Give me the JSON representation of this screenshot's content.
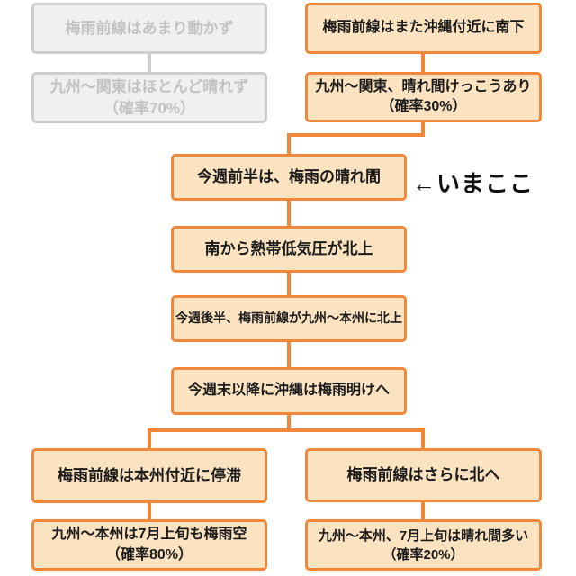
{
  "colors": {
    "accent": "#F0873A",
    "box_fill": "#FBE3C1",
    "inactive_border": "#CECECE",
    "inactive_fill": "#F0F0F0",
    "inactive_text": "#C2C2C2",
    "text": "#1A1A1A",
    "background": "#FFFFFF"
  },
  "flow": {
    "discarded_branch": {
      "node1": "梅雨前線はあまり動かず",
      "node2_line1": "九州〜関東はほとんど晴れず",
      "node2_line2": "（確率70%）"
    },
    "actual_branch": {
      "node1": "梅雨前線はまた沖縄付近に南下",
      "node2_line1": "九州〜関東、晴れ間けっこうあり",
      "node2_line2": "（確率30%）"
    },
    "current_marker": "←いまここ",
    "main_sequence": {
      "step1": "今週前半は、梅雨の晴れ間",
      "step2": "南から熱帯低気圧が北上",
      "step3": "今週後半、梅雨前線が九州〜本州に北上",
      "step4": "今週末以降に沖縄は梅雨明けへ"
    },
    "outcome_left": {
      "node1": "梅雨前線は本州付近に停滞",
      "node2_line1": "九州〜本州は7月上旬も梅雨空",
      "node2_line2": "（確率80%）"
    },
    "outcome_right": {
      "node1": "梅雨前線はさらに北へ",
      "node2_line1": "九州〜本州、7月上旬は晴れ間多い",
      "node2_line2": "（確率20%）"
    }
  }
}
